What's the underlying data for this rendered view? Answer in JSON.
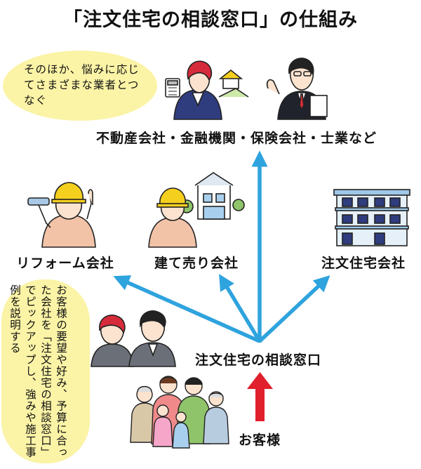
{
  "title": "「注文住宅の相談窓口」の仕組み",
  "bubble_top": "そのほか、悩みに応じてさまざまな業者とつなぐ",
  "bubble_left": "お客様の要望や好み、予算に合った会社を「注文住宅の相談窓口」でピックアップし、強みや施工事例を説明する",
  "labels": {
    "professionals": "不動産会社・金融機関・保険会社・士業など",
    "reform": "リフォーム会社",
    "tateuri": "建て売り会社",
    "chumon": "注文住宅会社",
    "window": "注文住宅の相談窓口",
    "customer": "お客様"
  },
  "colors": {
    "arrow_blue": "#2ea3de",
    "arrow_red": "#e0202c",
    "bubble": "#fbf3a6",
    "helmet": "#f5cf1e"
  },
  "icons": [
    "realtor-woman-icon",
    "businessman-icon",
    "painter-worker-icon",
    "builder-worker-icon",
    "apartment-building-icon",
    "consultants-icon",
    "family-icon"
  ]
}
